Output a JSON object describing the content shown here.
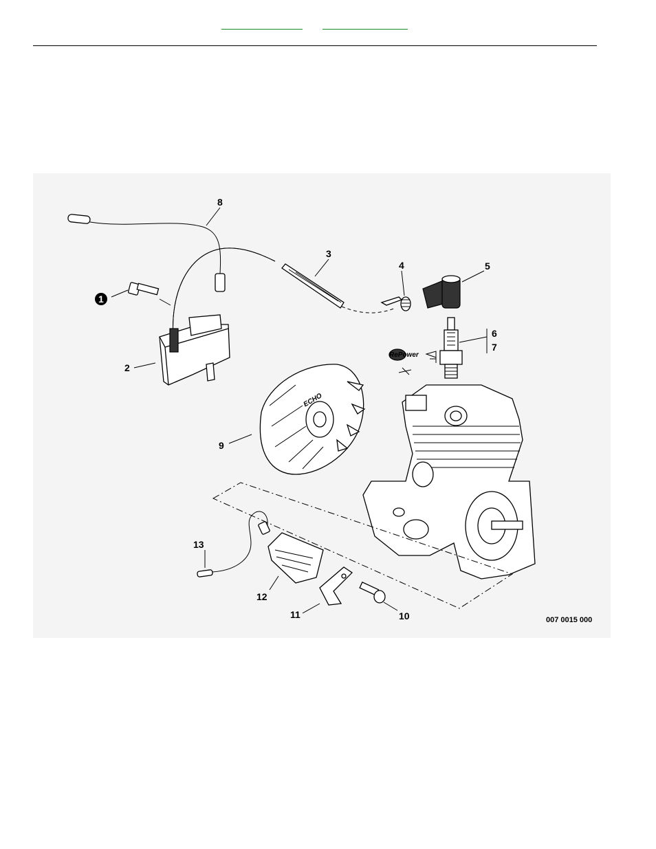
{
  "header": {
    "links": [
      "",
      ""
    ]
  },
  "diagram": {
    "callouts": {
      "c1": "1",
      "c2": "2",
      "c3": "3",
      "c4": "4",
      "c5": "5",
      "c6": "6",
      "c7": "7",
      "c8": "8",
      "c9": "9",
      "c10": "10",
      "c11": "11",
      "c12": "12",
      "c13": "13"
    },
    "brand_label": "RePower",
    "drawing_code": "007 0015 000",
    "flywheel_text": "ECHO"
  },
  "colors": {
    "link_green": "#1a8a2a",
    "figure_bg": "#f4f4f4"
  }
}
